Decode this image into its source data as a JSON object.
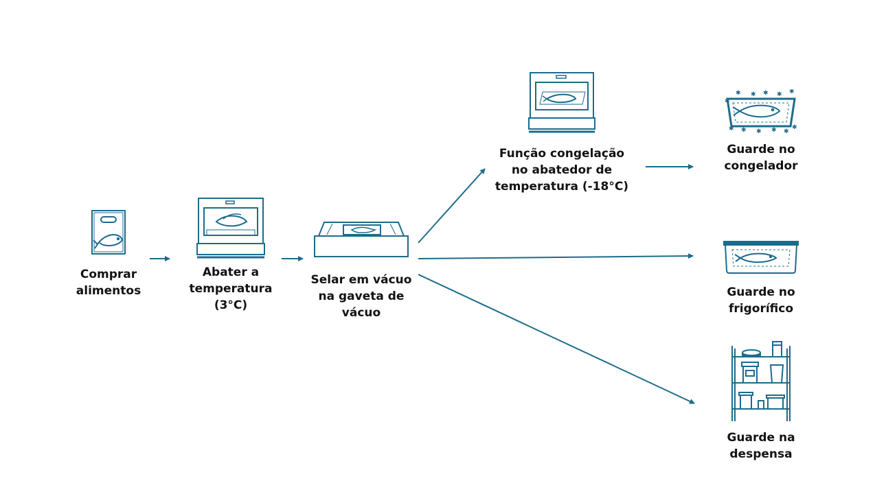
{
  "colors": {
    "accent": "#1c6b8c",
    "text": "#121212",
    "background": "#ffffff"
  },
  "steps": [
    {
      "icon": "shopping-bag-fish-icon",
      "label": "Comprar\nalimentos"
    },
    {
      "icon": "blast-chiller-oven-icon",
      "label": "Abater a\ntemperatura (3°C)"
    },
    {
      "icon": "vacuum-drawer-icon",
      "label": "Selar em vácuo\nna gaveta de\nvácuo"
    },
    {
      "icon": "freezer-oven-icon",
      "label": "Função congelação\nno abatedor de\ntemperatura (-18°C)"
    },
    {
      "icon": "frozen-fish-icon",
      "label": "Guarde no\ncongelador"
    },
    {
      "icon": "fridge-fish-container-icon",
      "label": "Guarde no\nfrigorífico"
    },
    {
      "icon": "pantry-shelf-icon",
      "label": "Guarde na\ndespensa"
    }
  ]
}
